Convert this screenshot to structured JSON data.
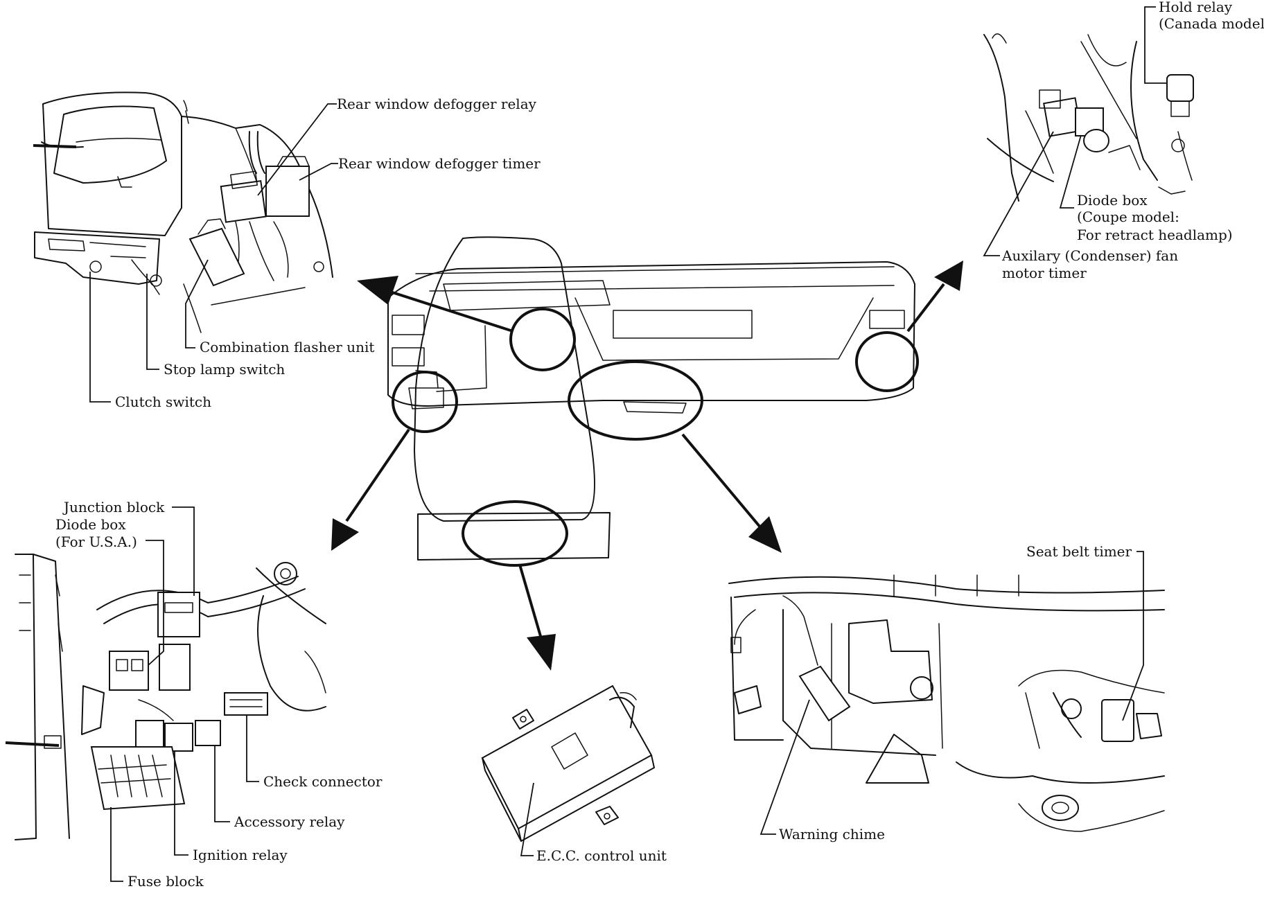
{
  "labels": {
    "rear_window_defogger_relay": "Rear window defogger relay",
    "rear_window_defogger_timer": "Rear window defogger timer",
    "combination_flasher_unit": "Combination flasher unit",
    "stop_lamp_switch": "Stop lamp switch",
    "clutch_switch": "Clutch switch",
    "hold_relay_line1": "Hold relay",
    "hold_relay_line2": "(Canada model)",
    "diode_box_coupe_line1": "Diode box",
    "diode_box_coupe_line2": "(Coupe model:",
    "diode_box_coupe_line3": "For retract headlamp)",
    "aux_fan_timer_line1": "Auxilary (Condenser) fan",
    "aux_fan_timer_line2": "motor timer",
    "junction_block": "Junction block",
    "diode_box_usa_line1": "Diode box",
    "diode_box_usa_line2": "(For U.S.A.)",
    "check_connector": "Check connector",
    "accessory_relay": "Accessory relay",
    "ignition_relay": "Ignition relay",
    "fuse_block": "Fuse block",
    "ecc_control_unit": "E.C.C. control unit",
    "seat_belt_timer": "Seat belt timer",
    "warning_chime": "Warning chime"
  }
}
